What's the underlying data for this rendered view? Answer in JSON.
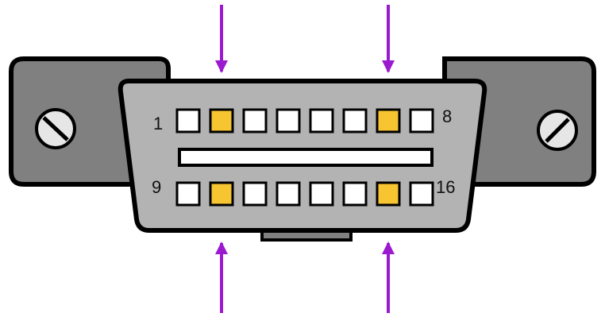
{
  "diagram": {
    "labels": {
      "top_left": "1",
      "top_right": "8",
      "bottom_left": "9",
      "bottom_right": "16"
    },
    "pins": {
      "top_row": [
        "white",
        "yellow",
        "white",
        "white",
        "white",
        "white",
        "yellow",
        "white"
      ],
      "bottom_row": [
        "white",
        "yellow",
        "white",
        "white",
        "white",
        "white",
        "yellow",
        "white"
      ]
    },
    "colors": {
      "housing": "#b3b3b3",
      "ears": "#808080",
      "pin_empty": "#ffffff",
      "pin_highlight": "#f7c531",
      "arrow": "#9b19cf",
      "outline": "#000000"
    },
    "arrows": {
      "top": "pointing-down",
      "bottom": "pointing-up",
      "pin_columns": [
        2,
        7
      ]
    }
  }
}
